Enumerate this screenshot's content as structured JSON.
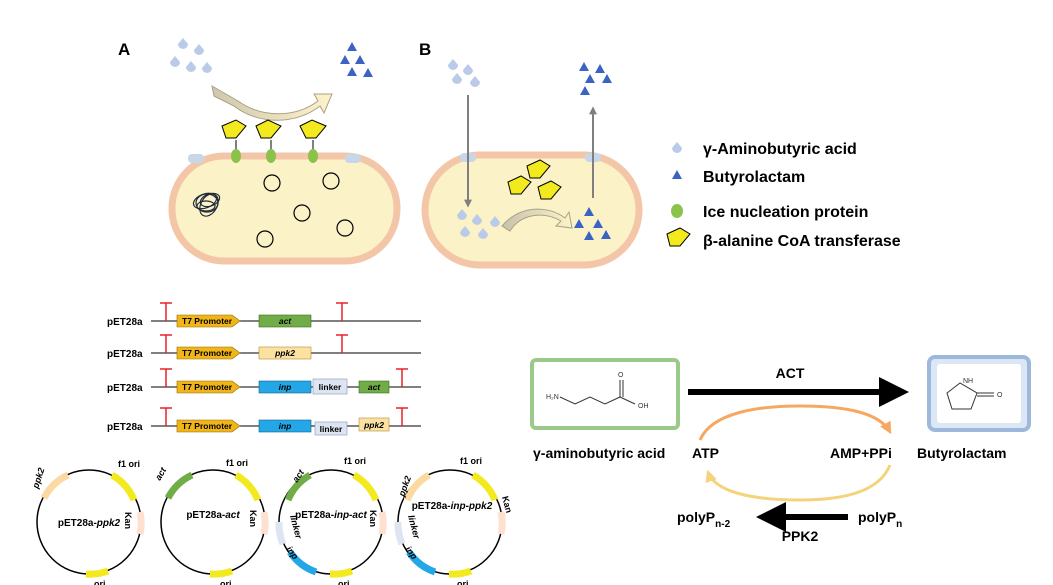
{
  "panels": {
    "a": "A",
    "b": "B"
  },
  "legend": {
    "gaba": "γ-Aminobutyric acid",
    "butyrolactam": "Butyrolactam",
    "inp": "Ice nucleation protein",
    "act": "β-alanine CoA transferase"
  },
  "constructs": [
    {
      "backbone": "pET28a",
      "promoter": "T7 Promoter",
      "genes": [
        "act"
      ]
    },
    {
      "backbone": "pET28a",
      "promoter": "T7 Promoter",
      "genes": [
        "ppk2"
      ]
    },
    {
      "backbone": "pET28a",
      "promoter": "T7 Promoter",
      "genes": [
        "inp",
        "linker",
        "act"
      ]
    },
    {
      "backbone": "pET28a",
      "promoter": "T7 Promoter",
      "genes": [
        "inp",
        "linker",
        "ppk2"
      ]
    }
  ],
  "plasmids": [
    {
      "name_prefix": "pET28a-",
      "name_gene": "ppk2",
      "features": [
        "ppk2",
        "f1 ori",
        "Kan",
        "ori"
      ]
    },
    {
      "name_prefix": "pET28a-",
      "name_gene": "act",
      "features": [
        "act",
        "f1 ori",
        "Kan",
        "ori"
      ]
    },
    {
      "name_prefix": "pET28a-",
      "name_gene": "inp-act",
      "features": [
        "act",
        "f1 ori",
        "Kan",
        "linker",
        "inp",
        "ori"
      ]
    },
    {
      "name_prefix": "pET28a-",
      "name_gene": "inp-ppk2",
      "features": [
        "ppk2",
        "f1 ori",
        "Kan",
        "linker",
        "inp",
        "ori"
      ]
    }
  ],
  "pathway": {
    "substrate": "γ-aminobutyric acid",
    "product": "Butyrolactam",
    "enzyme_top": "ACT",
    "enzyme_bottom": "PPK2",
    "atp": "ATP",
    "amp": "AMP+PPi",
    "polyp_left": "polyP",
    "polyp_left_sub": "n-2",
    "polyp_right": "polyP",
    "polyp_right_sub": "n",
    "gaba_nh2": "H₂N",
    "gaba_oh": "OH",
    "gaba_o": "O",
    "lactam_nh": "NH",
    "lactam_o": "O"
  },
  "colors": {
    "membrane": "#f4c6a8",
    "cytoplasm": "#fbf3c7",
    "gaba": "#b9cbe8",
    "butyrolactam": "#3c63c4",
    "inp": "#8bc34a",
    "transferase": "#f2ea1e",
    "promoter": "#f2b519",
    "act_gene": "#70ad47",
    "ppk2_gene": "#fde1a1",
    "inp_gene": "#23a7e6",
    "linker": "#dde4f2",
    "terminator": "#e8222a"
  }
}
